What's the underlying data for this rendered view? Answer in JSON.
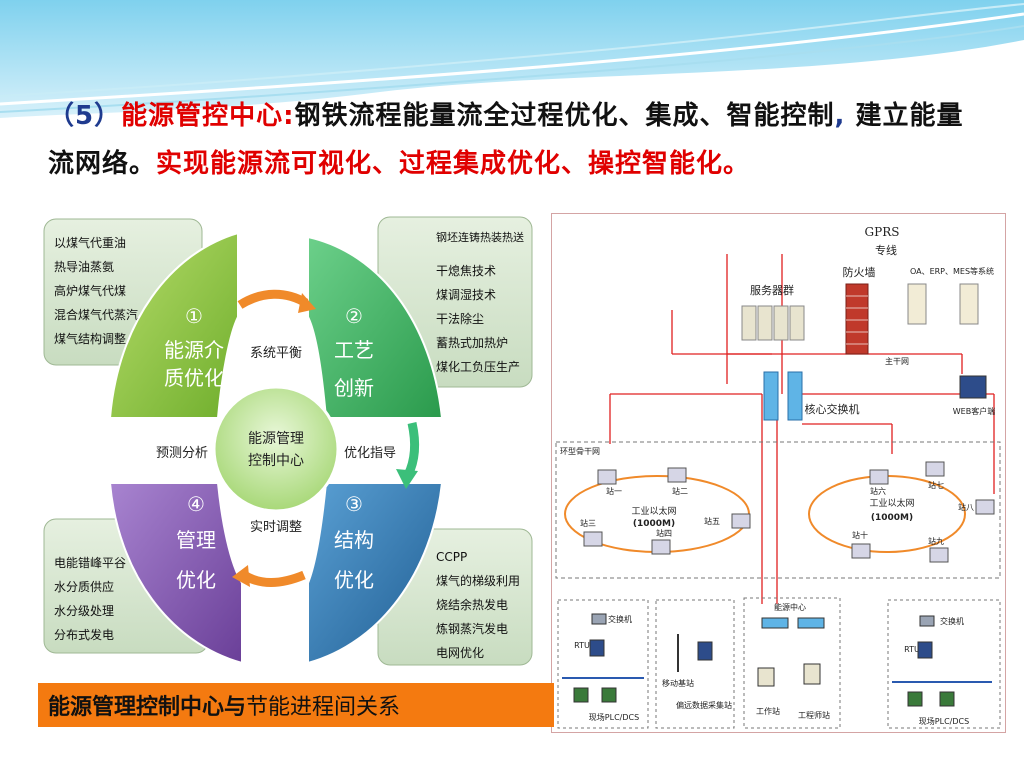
{
  "title": {
    "num": "（5）",
    "main": "能源管控中心:",
    "body1": "钢铁流程能量流全过程优化、集成、智能控制",
    "comma": ",",
    "body2": " 建立能量流网络。",
    "red": "实现能源流可视化、过程集成优化、操控智能化。"
  },
  "cycle": {
    "box_tl": [
      "以煤气代重油",
      "热导油蒸氨",
      "高炉煤气代煤",
      "混合煤气代蒸汽",
      "煤气结构调整"
    ],
    "box_tr": [
      "钢坯连铸热装热送",
      "干熄焦技术",
      "煤调湿技术",
      "干法除尘",
      "蓄热式加热炉",
      "煤化工负压生产"
    ],
    "box_bl": [
      "电能错峰平谷",
      "水分质供应",
      "水分级处理",
      "分布式发电"
    ],
    "box_br": [
      "CCPP",
      "煤气的梯级利用",
      "烧结余热发电",
      "炼钢蒸汽发电",
      "电网优化"
    ],
    "q1": [
      "①",
      "能源介",
      "质优化"
    ],
    "q2": [
      "②",
      "工艺",
      "创新"
    ],
    "q3": [
      "③",
      "结构",
      "优化"
    ],
    "q4": [
      "④",
      "管理",
      "优化"
    ],
    "center": [
      "能源管理",
      "控制中心"
    ],
    "lbl_top": "系统平衡",
    "lbl_left": "预测分析",
    "lbl_right": "优化指导",
    "lbl_bottom": "实时调整"
  },
  "network": {
    "gprs": "GPRS",
    "line": "专线",
    "firewall": "防火墙",
    "servers": "服务器群",
    "oa": "OA、ERP、MES等系统",
    "trunk": "主干网",
    "web": "WEB客户端",
    "core": "核心交换机",
    "ring": "环型骨干网",
    "eth1": "工业以太网",
    "eth1b": "(1000M)",
    "eth2": "工业以太网",
    "eth2b": "(1000M)",
    "stations_left": [
      "站一",
      "站二",
      "站三",
      "站四",
      "站五"
    ],
    "stations_right": [
      "站六",
      "站七",
      "站八",
      "站九",
      "站十"
    ],
    "switch_l": "交换机",
    "switch_r": "交换机",
    "rtu_l": "RTU",
    "rtu_r": "RTU",
    "plc_l": "现场PLC/DCS",
    "plc_r": "现场PLC/DCS",
    "mobile": "移动基站",
    "remote": "偏远数据采集站",
    "energy_center": "能源中心",
    "workstation": "工作站",
    "engineer": "工程师站"
  },
  "caption": {
    "part1": "能源管理控制中心与",
    "part2": "节能进程间关系"
  },
  "colors": {
    "orange_caption": "#f47a10",
    "green_q1": "#8dc63f",
    "green_q2": "#3aab5b",
    "blue_q3": "#2f6fa8",
    "purple_q4": "#7b4fa8",
    "network_red": "#e02020"
  }
}
